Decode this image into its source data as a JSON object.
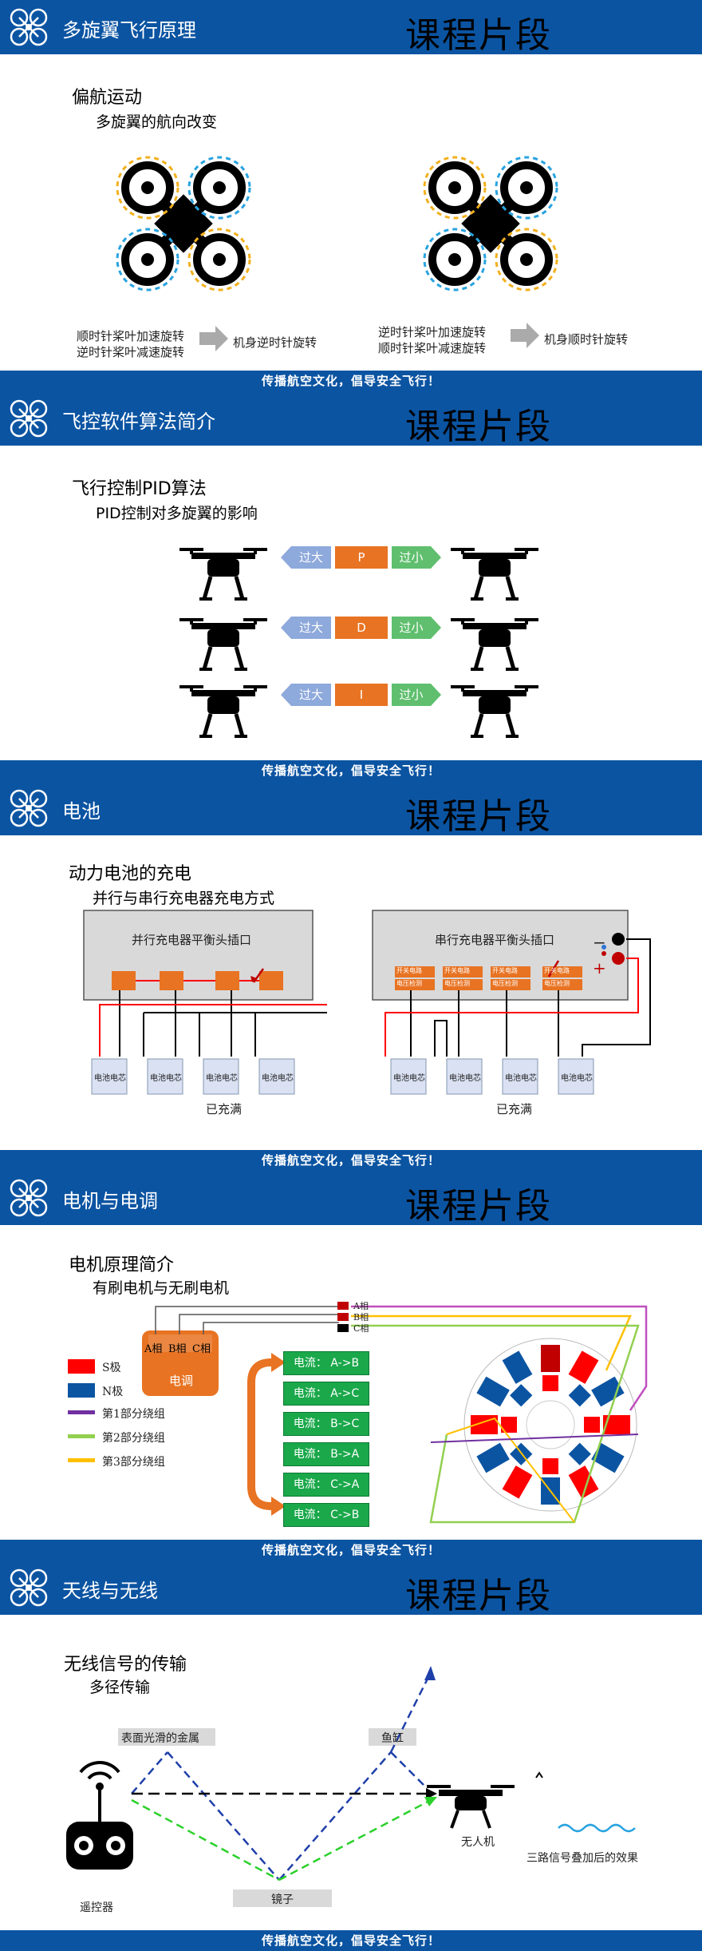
{
  "footer_text": "传播航空文化，倡导安全飞行！",
  "course_label": "课程片段",
  "slides": [
    {
      "title": "多旋翼飞行原理",
      "bullet1": "偏航运动",
      "bullet2": "多旋翼的航向改变",
      "left_line1": "顺时针桨叶加速旋转",
      "left_line2": "逆时针桨叶减速旋转",
      "left_result": "机身逆时针旋转",
      "right_line1": "逆时针桨叶加速旋转",
      "right_line2": "顺时针桨叶减速旋转",
      "right_result": "机身顺时针旋转"
    },
    {
      "title": "飞控软件算法简介",
      "bullet1": "飞行控制PID算法",
      "bullet2": "PID控制对多旋翼的影响",
      "rows": [
        {
          "left": "过大",
          "mid": "P",
          "right": "过小"
        },
        {
          "left": "过大",
          "mid": "D",
          "right": "过小"
        },
        {
          "left": "过大",
          "mid": "I",
          "right": "过小"
        }
      ]
    },
    {
      "title": "电池",
      "bullet1": "动力电池的充电",
      "bullet2": "并行与串行充电器充电方式",
      "parallel_title": "并行充电器平衡头插口",
      "serial_title": "串行充电器平衡头插口",
      "switch_label": "开关电路",
      "voltage_label": "电压检测",
      "cell_label": "电池电芯",
      "full_label": "已充满",
      "plus": "+",
      "minus": "−"
    },
    {
      "title": "电机与电调",
      "bullet1": "电机原理简介",
      "bullet2": "有刷电机与无刷电机",
      "esc_label": "电调",
      "phases": [
        "A相",
        "B相",
        "C相"
      ],
      "legend": [
        {
          "label": "S极",
          "color": "#ff0000"
        },
        {
          "label": "N极",
          "color": "#0b54a2"
        },
        {
          "label": "第1部分绕组",
          "color": "#7030a0"
        },
        {
          "label": "第2部分绕组",
          "color": "#92d050"
        },
        {
          "label": "第3部分绕组",
          "color": "#ffc000"
        }
      ],
      "currents": [
        "电流： A->B",
        "电流： A->C",
        "电流： B->C",
        "电流： B->A",
        "电流： C->A",
        "电流： C->B"
      ]
    },
    {
      "title": "天线与无线",
      "bullet1": "无线信号的传输",
      "bullet2": "多径传输",
      "metal_label": "表面光滑的金属",
      "fishtank_label": "鱼缸",
      "mirror_label": "镜子",
      "remote_label": "遥控器",
      "drone_label": "无人机",
      "effect_label": "三路信号叠加后的效果"
    }
  ]
}
